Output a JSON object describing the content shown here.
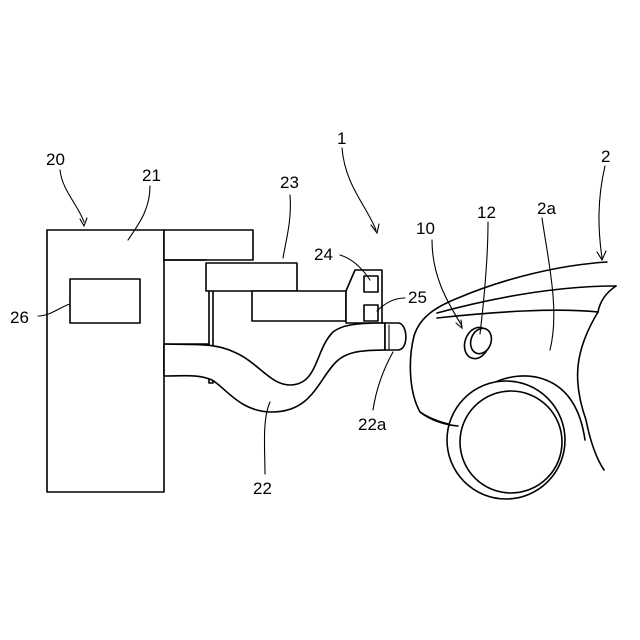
{
  "labels": {
    "vehicle_system": "1",
    "vehicle": "2",
    "vehicle_body": "2a",
    "charge_port": "10",
    "inlet": "12",
    "charging_station": "20",
    "station_body": "21",
    "cable": "22",
    "connector": "22a",
    "arm": "23",
    "sensor_upper": "24",
    "sensor_lower": "25",
    "display": "26"
  }
}
